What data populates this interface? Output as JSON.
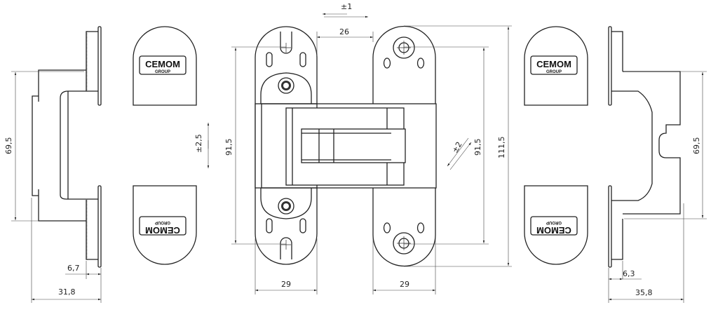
{
  "drawing": {
    "brand": {
      "name": "CEMOM",
      "sub": "GROUP"
    },
    "dimensions": {
      "left_height": "69,5",
      "left_flange": "6,7",
      "left_depth": "31,8",
      "vertical_adjust": "±2,5",
      "lateral_adjust": "±1",
      "gap": "26",
      "left_holes": "91,5",
      "left_leaf_width": "29",
      "right_leaf_width": "29",
      "depth_adjust": "±2",
      "right_holes": "91,5",
      "total_height": "111,5",
      "right_height": "69,5",
      "right_flange": "6,3",
      "right_depth": "35,8"
    }
  }
}
